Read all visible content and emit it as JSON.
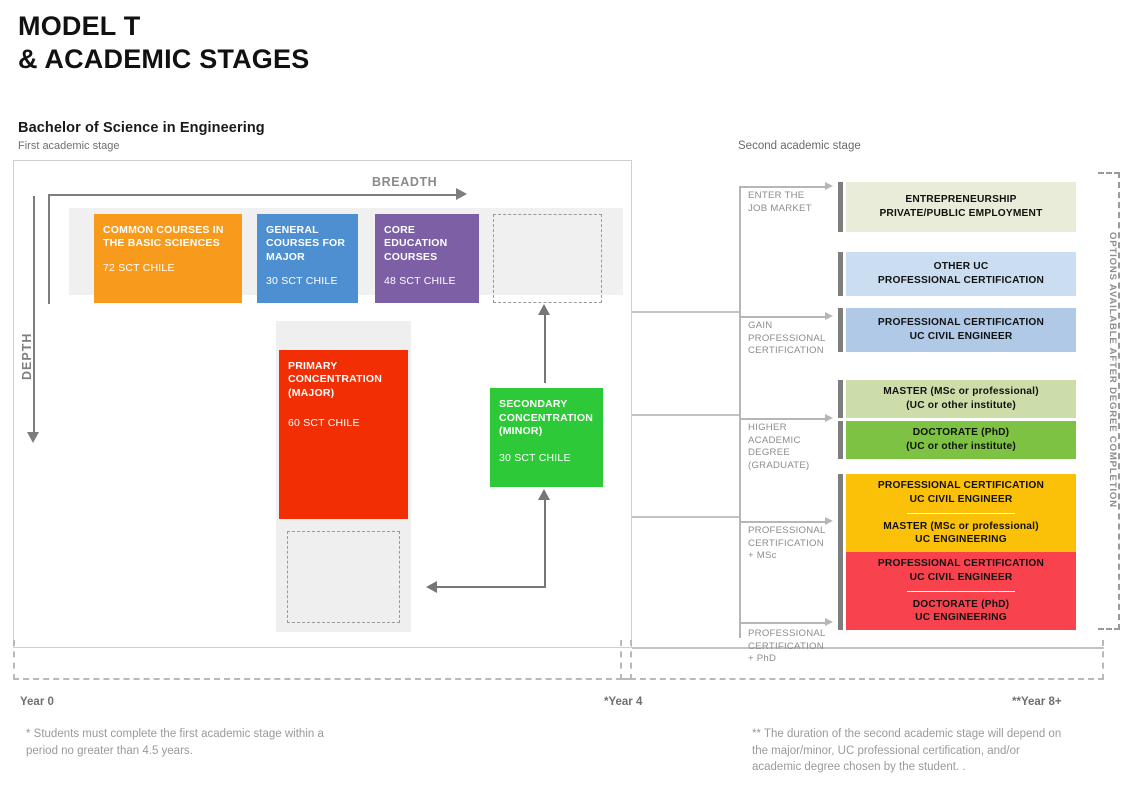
{
  "header": {
    "title_line1": "MODEL T",
    "title_line2": "& ACADEMIC STAGES"
  },
  "stage1": {
    "title": "Bachelor of Science in Engineering",
    "subtitle": "First academic stage",
    "axis": {
      "breadth_label": "BREADTH",
      "depth_label": "DEPTH"
    },
    "courses": [
      {
        "name": "common-basic-sciences",
        "title": "COMMON COURSES IN\nTHE BASIC  SCIENCES",
        "credits": "72 SCT CHILE",
        "color": "#F89B1C"
      },
      {
        "name": "general-courses-major",
        "title": "GENERAL\nCOURSES  FOR\nMAJOR",
        "credits": "30 SCT CHILE",
        "color": "#4D8FD0"
      },
      {
        "name": "core-education-courses",
        "title": "CORE\nEDUCATION\nCOURSES",
        "credits": "48 SCT CHILE",
        "color": "#7C5FA4"
      },
      {
        "name": "primary-concentration",
        "title": "PRIMARY\nCONCENTRATION\n(MAJOR)",
        "credits": "60 SCT CHILE",
        "color": "#F22E04"
      },
      {
        "name": "secondary-concentration",
        "title": "SECONDARY\nCONCENTRATION\n(MINOR)",
        "credits": "30 SCT CHILE",
        "color": "#2DC938"
      }
    ]
  },
  "stage2": {
    "title": "Second academic stage",
    "bracket_label": "OPTIONS AVAILABLE AFTER DEGREE COMPLETION",
    "branches": [
      {
        "name": "enter-the-job-market",
        "label": "ENTER THE\nJOB MARKET"
      },
      {
        "name": "gain-professional-certification",
        "label": "GAIN\nPROFESSIONAL\nCERTIFICATION"
      },
      {
        "name": "higher-academic-degree",
        "label": "HIGHER\nACADEMIC\nDEGREE\n(GRADUATE)"
      },
      {
        "name": "professional-certification-msc",
        "label": "PROFESSIONAL\nCERTIFICATION\n+ MSc"
      },
      {
        "name": "professional-certification-phd",
        "label": "PROFESSIONAL\nCERTIFICATION\n+ PhD"
      }
    ],
    "outcomes": [
      {
        "name": "entrepreneurship",
        "line1": "ENTREPRENEURSHIP",
        "line2": "PRIVATE/PUBLIC  EMPLOYMENT",
        "color": "#E9ECD8"
      },
      {
        "name": "other-uc-professional-certification",
        "line1": "OTHER UC",
        "line2": "PROFESSIONAL  CERTIFICATION",
        "color": "#CBDDF1"
      },
      {
        "name": "professional-certification-uc-civil-engineer",
        "line1": "PROFESSIONAL  CERTIFICATION",
        "line2": "UC CIVIL ENGINEER",
        "color": "#AFC9E7"
      },
      {
        "name": "master-msc-or-professional",
        "line1": "MASTER (MSc or professional)",
        "line2": "(UC or other institute)",
        "color": "#CCDDA9"
      },
      {
        "name": "doctorate-phd",
        "line1": "DOCTORATE (PhD)",
        "line2": "(UC or other institute)",
        "color": "#7DC242"
      },
      {
        "name": "cert-plus-master",
        "line1": "PROFESSIONAL  CERTIFICATION",
        "line2": "UC CIVIL ENGINEER",
        "line3": "MASTER (MSc or professional)",
        "line4": "UC ENGINEERING",
        "color": "#FBC008"
      },
      {
        "name": "cert-plus-doctorate",
        "line1": "PROFESSIONAL  CERTIFICATION",
        "line2": "UC CIVIL ENGINEER",
        "line3": "DOCTORATE  (PhD)",
        "line4": "UC ENGINEERING",
        "color": "#F8434E"
      }
    ]
  },
  "timeline": {
    "year0": "Year 0",
    "year4": "*Year 4",
    "year8": "**Year 8+"
  },
  "notes": {
    "note1": "* Students must complete  the first academic stage within a period no greater  than 4.5 years.",
    "note2": "** The duration of the second academic stage will depend  on the major/minor, UC professional certification, and/or academic degree chosen by the student. ."
  }
}
